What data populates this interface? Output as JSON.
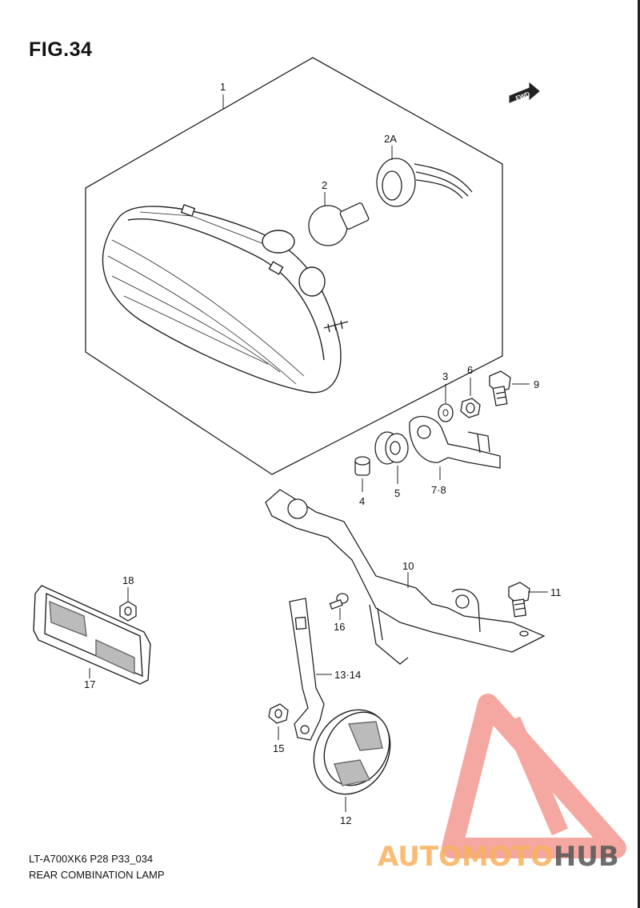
{
  "figure": {
    "title": "FIG.34",
    "code": "LT-A700XK6 P28 P33_034",
    "name": "REAR COMBINATION LAMP"
  },
  "direction_badge": "FWD",
  "callouts": {
    "p1": "1",
    "p2a": "2A",
    "p2": "2",
    "p3": "3",
    "p6": "6",
    "p9": "9",
    "p4": "4",
    "p5": "5",
    "p78": "7·8",
    "p10": "10",
    "p11": "11",
    "p18": "18",
    "p16": "16",
    "p17": "17",
    "p1314": "13·14",
    "p15": "15",
    "p12": "12"
  },
  "watermark": {
    "text_a": "AUTOMOTO",
    "text_b": "HUB",
    "color_a": "#f9b15c",
    "color_b": "#555555",
    "logo_color": "#f28b82"
  }
}
